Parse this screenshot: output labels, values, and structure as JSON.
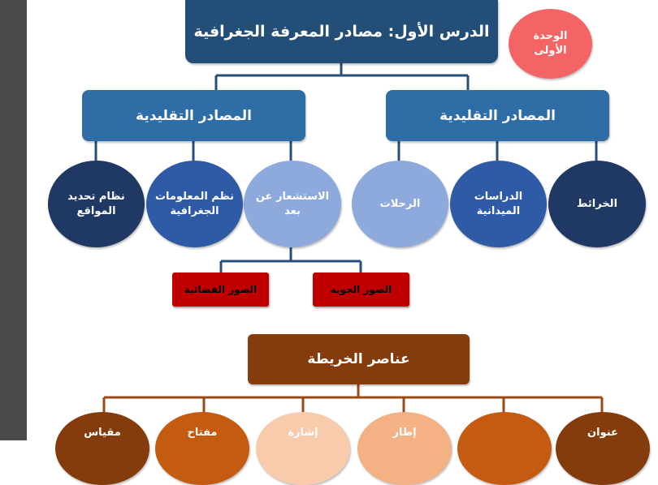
{
  "lesson_title": "الدرس الأول: مصادر المعرفة الجغرافية",
  "unit_label": "الوحدة الأولى",
  "categories": {
    "right": "المصادر التقليدية",
    "left": "المصادر التقليدية"
  },
  "right_sources": [
    "الخرائط",
    "الدراسات الميدانية",
    "الرحلات"
  ],
  "left_sources": [
    "الاستشعار عن بعد",
    "نظم المعلومات الجغرافية",
    "نظام تحديد المواقع"
  ],
  "remote_sensing_children": [
    "الصور الجوية",
    "الصور الفضائية"
  ],
  "map_elements_title": "عناصر الخريطة",
  "map_elements": [
    "عنوان",
    "",
    "إطار",
    "إشارة",
    "مفتاح",
    "مقياس"
  ],
  "colors": {
    "title_box": "#234e77",
    "category_box": "#2f6da6",
    "circle_dark": "#1f3864",
    "circle_medium": "#2e5aa6",
    "circle_light": "#8ea9db",
    "unit_circle": "#f46464",
    "photo_box": "#c00000",
    "map_box": "#843c0c"
  }
}
